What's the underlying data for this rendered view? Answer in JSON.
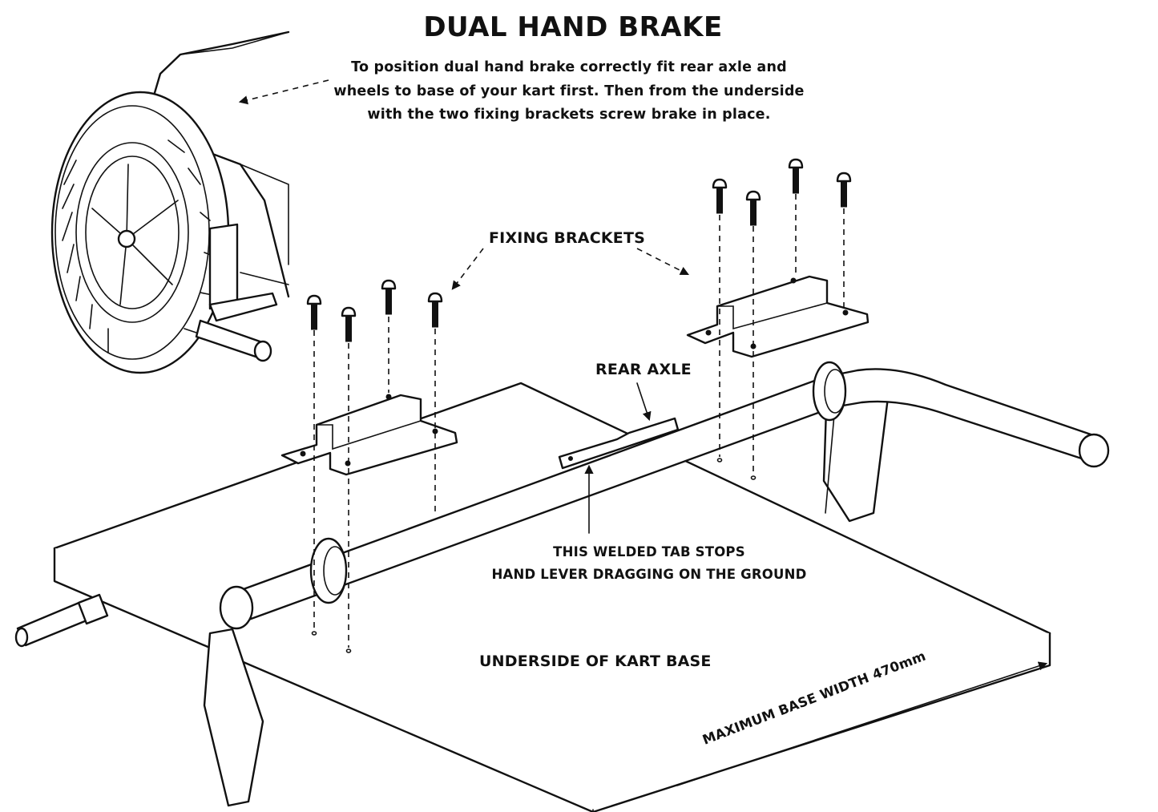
{
  "title": "DUAL HAND BRAKE",
  "instructions": [
    "To position dual hand brake correctly fit rear axle and",
    "wheels to base of your kart first. Then from the underside",
    "with the two fixing brackets screw brake in place."
  ],
  "labels": {
    "fixing_brackets": "FIXING BRACKETS",
    "rear_axle": "REAR AXLE",
    "welded_tab": [
      "THIS WELDED TAB STOPS",
      "HAND LEVER DRAGGING ON THE GROUND"
    ],
    "underside": "UNDERSIDE OF KART BASE",
    "base_width": "MAXIMUM BASE WIDTH  470mm"
  }
}
